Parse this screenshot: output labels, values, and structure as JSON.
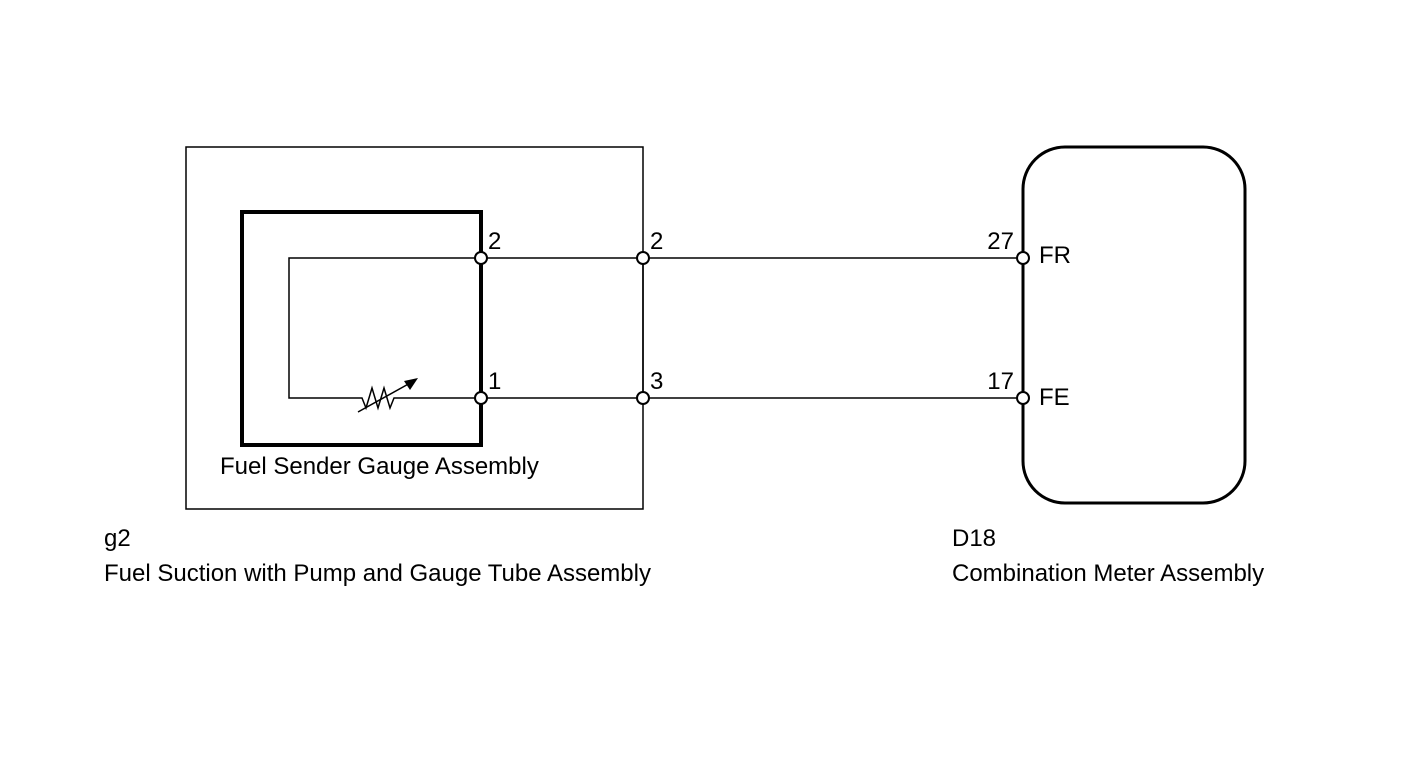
{
  "colors": {
    "line": "#000000",
    "background": "#ffffff",
    "terminal_fill": "#ffffff"
  },
  "components": {
    "fuel_suction": {
      "code": "g2",
      "name": "Fuel Suction with Pump and Gauge Tube Assembly"
    },
    "fuel_sender": {
      "name": "Fuel Sender Gauge Assembly",
      "element": "variable-resistor-icon"
    },
    "combination_meter": {
      "code": "D18",
      "name": "Combination Meter Assembly"
    }
  },
  "pins": {
    "sender_upper": "2",
    "sender_lower": "1",
    "connector_upper": "2",
    "connector_lower": "3",
    "meter_upper_number": "27",
    "meter_upper_signal": "FR",
    "meter_lower_number": "17",
    "meter_lower_signal": "FE"
  }
}
